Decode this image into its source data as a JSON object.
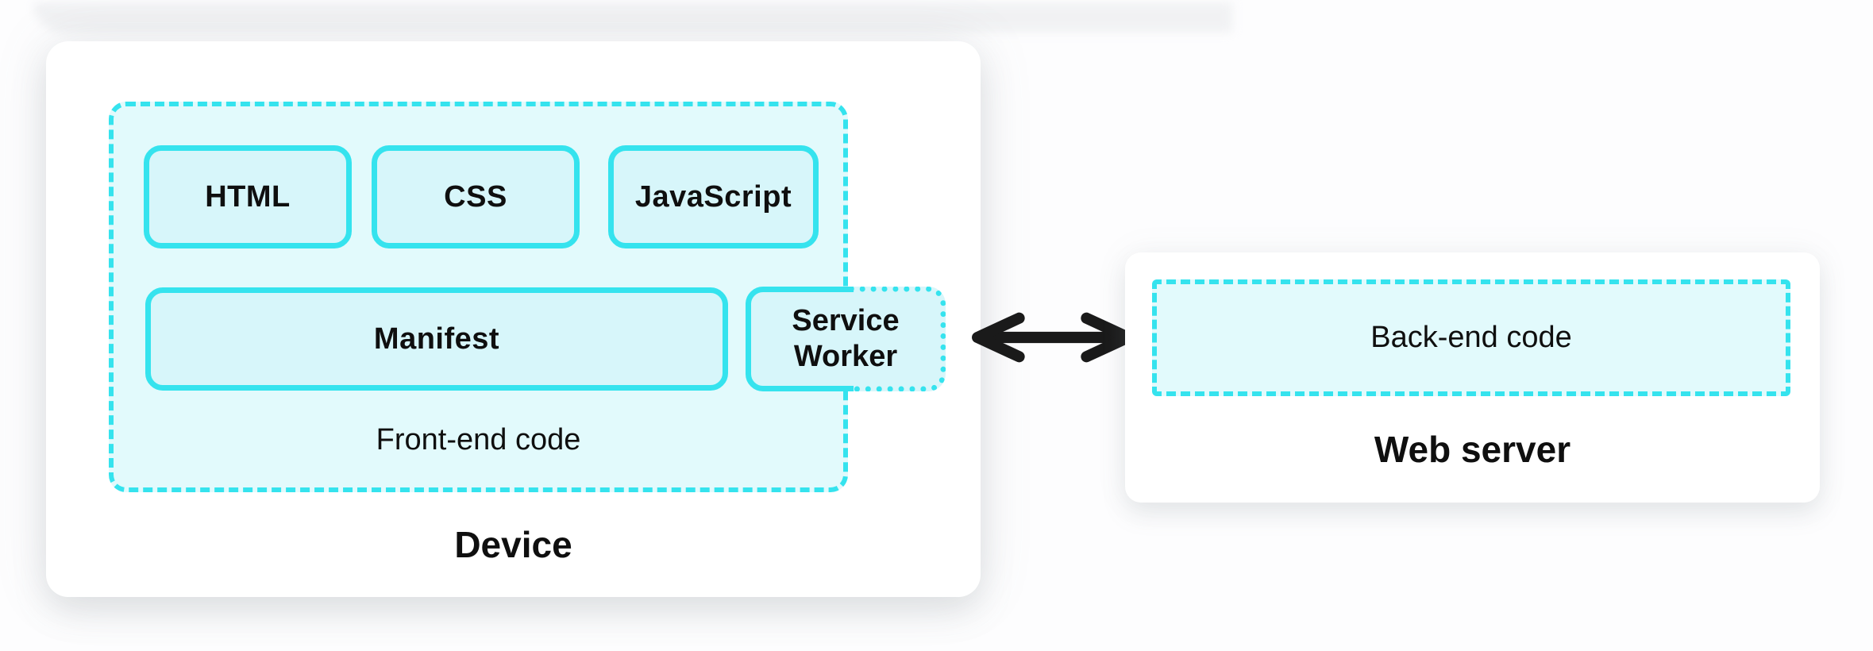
{
  "device": {
    "label": "Device",
    "frontend": {
      "label": "Front-end code",
      "boxes": {
        "html": "HTML",
        "css": "CSS",
        "javascript": "JavaScript",
        "manifest": "Manifest",
        "service_worker": "Service Worker"
      }
    }
  },
  "server": {
    "label": "Web server",
    "backend_label": "Back-end code"
  },
  "icons": {
    "arrow": "double-headed-arrow"
  },
  "colors": {
    "accent_cyan": "#35e3ee",
    "container_fill": "#e2fafc",
    "box_fill": "#d7f6fa",
    "card_bg": "#ffffff",
    "arrow_black": "#1a1a1a",
    "text": "#0f0f0f"
  }
}
